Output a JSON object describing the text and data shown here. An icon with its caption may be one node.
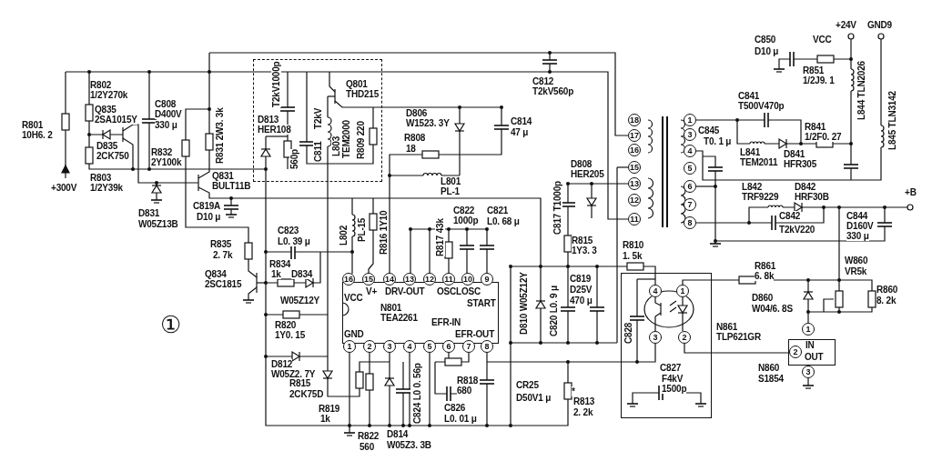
{
  "diagram": {
    "nodes": [
      {
        "text": [
          "T2kV1000p",
          "D813",
          "HER108",
          "560p",
          "Q801",
          "THD215",
          "T2kV",
          "C811",
          "L803",
          "TEM2000",
          "R809 220"
        ]
      },
      {
        "text": [
          "V+",
          "DRV-OUT",
          "OSCLOSC",
          "VCC",
          "START",
          "N801",
          "TEA2261",
          "EFR-IN",
          "GND",
          "EFR-OUT"
        ]
      },
      {
        "text": [
          "4",
          "1",
          "C828",
          "3",
          "2",
          "C827",
          "F4kV",
          "1500p"
        ],
        "beside": [
          "N861",
          "TLP621GR"
        ]
      },
      {
        "text": [
          "IN",
          "2",
          "OUT"
        ],
        "beside": [
          "1",
          "N860",
          "S1854",
          "3"
        ]
      }
    ],
    "edges": [
      {
        "from": 2,
        "to": 3,
        "arrow": "none"
      }
    ],
    "labels": [
      "+24V",
      "GND9",
      "C850",
      "VCC",
      "D10 μ",
      "R851",
      "1/2J9. 1",
      "L844 TLN2026",
      "L845 TLN3142",
      "R802",
      "1/2Y270k",
      "Q835",
      "R801",
      "10H6. 2",
      "2SA1015Y",
      "C808",
      "D400V",
      "330 μ",
      "D835",
      "2CK750",
      "R832",
      "2Y100k",
      "C812",
      "T2kV560p",
      "C841",
      "T500V470p",
      "R831 2W3. 3k",
      "D806",
      "W1523. 3Y",
      "C814",
      "47 μ",
      "R841",
      "1/2F0. 27",
      "C845",
      "T0. 1 μ",
      "R808",
      "18",
      "L841",
      "TEM2011",
      "D841",
      "HFR305",
      "+300V",
      "R803",
      "1/2Y39k",
      "Q831",
      "BULT11B",
      "L801",
      "PL-1",
      "D808",
      "HER205",
      "L842",
      "TRF9229",
      "D842",
      "HRF30B",
      "+B",
      "C819A",
      "D10 μ",
      "D831",
      "W05Z13B",
      "C842",
      "T2kV220",
      "C844",
      "D160V",
      "330 μ",
      "C817 T1000p",
      "L802",
      "PL-15",
      "R816 1Y10",
      "R817 43k",
      "C822",
      "1000p",
      "C821",
      "L0. 68 μ",
      "R835",
      "C823",
      "L0. 39 μ",
      "2. 7k",
      "R815",
      "1Y3. 3",
      "R810",
      "1. 5k",
      "Q834",
      "R834",
      "1k",
      "D834",
      "R861",
      "6. 8k",
      "W860",
      "VR5k",
      "2SC1815",
      "16",
      "15",
      "14",
      "13",
      "12",
      "11",
      "10",
      "9",
      "W05Z12Y",
      "D810 W05Z12Y",
      "C820 L0. 9 μ",
      "C819",
      "D25V",
      "470 μ",
      "D860",
      "W04/6. 8S",
      "R860",
      "8. 2k",
      "R820",
      "1Y0. 15",
      "①",
      "1",
      "2",
      "3",
      "4",
      "5",
      "6",
      "7",
      "8",
      "D812",
      "W05Z2. 7Y",
      "R818",
      "680",
      "R815",
      "2CK75D",
      "CR25",
      "D50V1 μ",
      "*",
      "R813",
      "2. 2k",
      "C824 L0 0. 56p",
      "C826",
      "L0. 01 μ",
      "R819",
      "1k",
      "R822",
      "560",
      "D814",
      "W05Z3. 3B",
      "18",
      "17",
      "16",
      "15",
      "13",
      "12",
      "11",
      "1",
      "3",
      "4",
      "5",
      "6",
      "7",
      "8"
    ]
  }
}
